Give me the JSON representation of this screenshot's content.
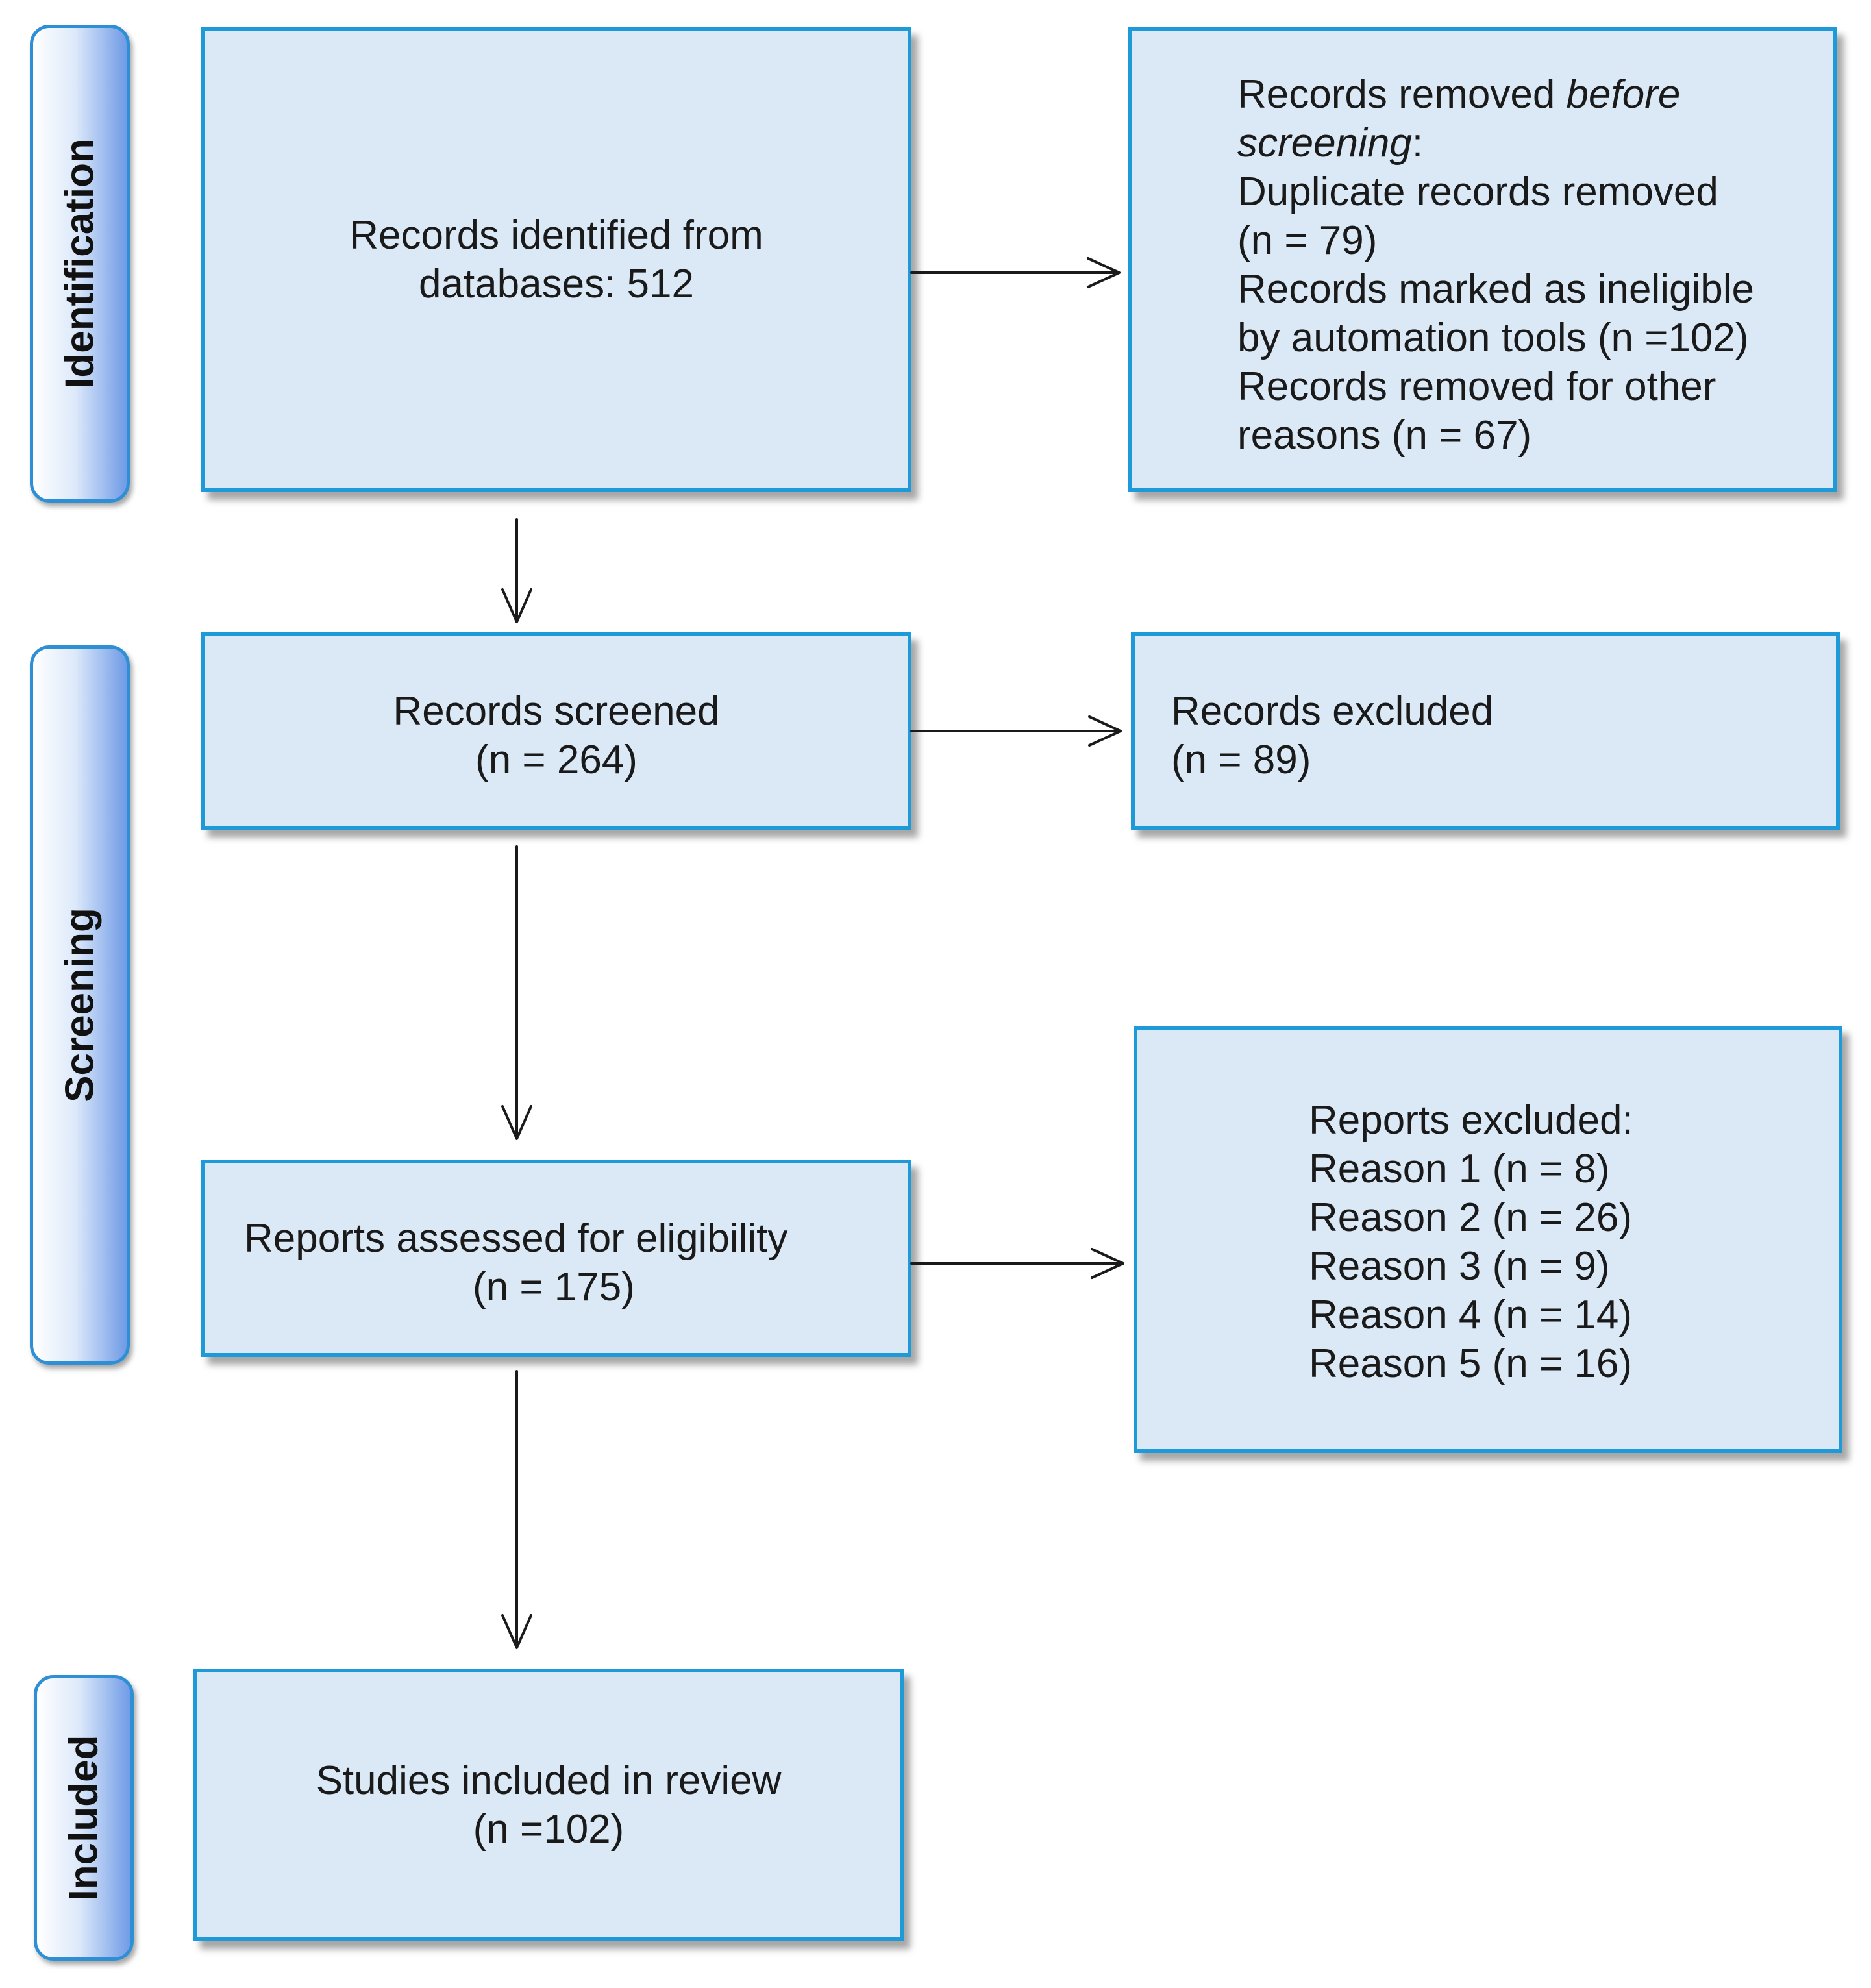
{
  "phases": {
    "identification": "Identification",
    "screening": "Screening",
    "included": "Included"
  },
  "boxes": {
    "identified": {
      "line1": "Records identified  from",
      "line2": "databases:  512"
    },
    "removed": {
      "line1_a": "Records removed ",
      "line1_b": "before",
      "line2_a": "screening",
      "line2_b": ":",
      "line3": "Duplicate  records  removed",
      "line4": "(n = 79)",
      "line5": "Records  marked  as ineligible",
      "line6": "by automation  tools  (n =102)",
      "line7": "Records  removed  for other",
      "line8": "reasons  (n = 67)"
    },
    "screened": {
      "line1": "Records screened",
      "line2": "(n = 264)"
    },
    "excluded": {
      "line1": "Records excluded",
      "line2": "(n = 89)"
    },
    "assessed": {
      "line1": "Reports  assessed for eligibility",
      "line2": "(n = 175)"
    },
    "reports_excluded": {
      "line1": "Reports  excluded:",
      "line2": "Reason  1 (n = 8)",
      "line3": "Reason  2 (n = 26)",
      "line4": "Reason  3 (n = 9)",
      "line5": "Reason  4 (n = 14)",
      "line6": "Reason  5 (n = 16)"
    },
    "included": {
      "line1": "Studies  included  in review",
      "line2": "(n =102)"
    }
  }
}
